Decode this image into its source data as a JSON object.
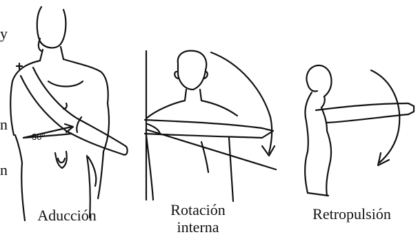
{
  "figures": [
    {
      "id": "aduccion",
      "caption_lines": [
        "Aducción"
      ],
      "angle_label": "30°"
    },
    {
      "id": "rotacion_interna",
      "caption_lines": [
        "Rotación",
        "interna"
      ]
    },
    {
      "id": "retropulsion",
      "caption_lines": [
        "Retropulsión"
      ]
    }
  ],
  "left_edge_fragments": [
    "y",
    "n",
    "n"
  ],
  "colors": {
    "ink": "#111111",
    "background": "#ffffff"
  }
}
